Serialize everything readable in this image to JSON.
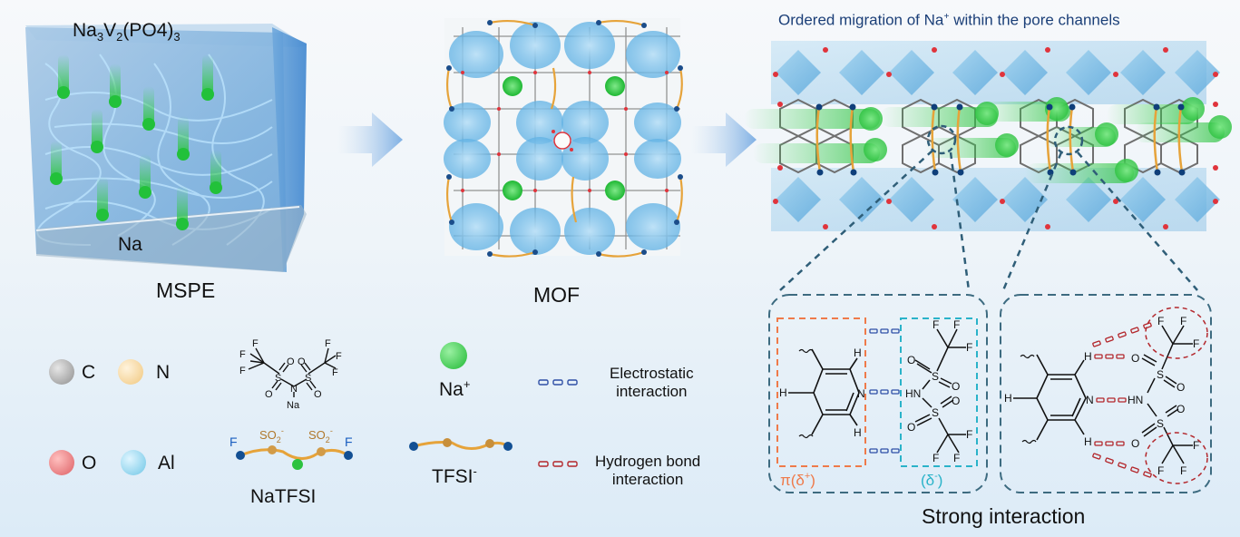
{
  "panel_1": {
    "cathode_label": "Na3V2(PO4)3",
    "cathode_parts": {
      "a": "Na",
      "s1": "3",
      "b": "V",
      "s2": "2",
      "c": "(PO4)",
      "s3": "3"
    },
    "anode_label": "Na",
    "caption": "MSPE"
  },
  "panel_2": {
    "caption": "MOF"
  },
  "panel_3": {
    "title": "Ordered migration of Na",
    "title_sup": "+",
    "title_rest": " within the pore channels"
  },
  "legend": {
    "atoms": [
      {
        "symbol": "C",
        "color": "#a9a9a9"
      },
      {
        "symbol": "N",
        "color": "#f7d9a0"
      },
      {
        "symbol": "O",
        "color": "#e9777a"
      },
      {
        "symbol": "Al",
        "color": "#8fd3ec"
      }
    ],
    "natfsi": {
      "label": "NaTFSI",
      "structure_atoms": {
        "F": "F",
        "O": "O",
        "S": "S",
        "N": "N",
        "Na": "Na"
      },
      "model_labels": {
        "f": "F",
        "so2": "SO",
        "sub": "2",
        "sup": "-"
      }
    },
    "na_ion": {
      "label": "Na",
      "sup": "+",
      "color": "#2fc43e"
    },
    "tfsi": {
      "label": "TFSI",
      "sup": "-"
    },
    "interactions": [
      {
        "line1": "Electrostatic",
        "line2": "interaction",
        "color": "#2e4fa6"
      },
      {
        "line1": "Hydrogen bond",
        "line2": "interaction",
        "color": "#b3262b"
      }
    ]
  },
  "interaction_detail": {
    "pi_label": "π(δ",
    "pi_sup": "+",
    "pi_close": ")",
    "delta_label": "(δ",
    "delta_sup": "-",
    "delta_close": ")",
    "atoms": {
      "H": "H",
      "N": "N",
      "HN": "HN",
      "O": "O",
      "S": "S",
      "F": "F"
    },
    "caption": "Strong interaction",
    "colors": {
      "pi_box": "#ef7a4a",
      "delta_box": "#2ab3c9",
      "frame": "#3d6b80"
    }
  }
}
